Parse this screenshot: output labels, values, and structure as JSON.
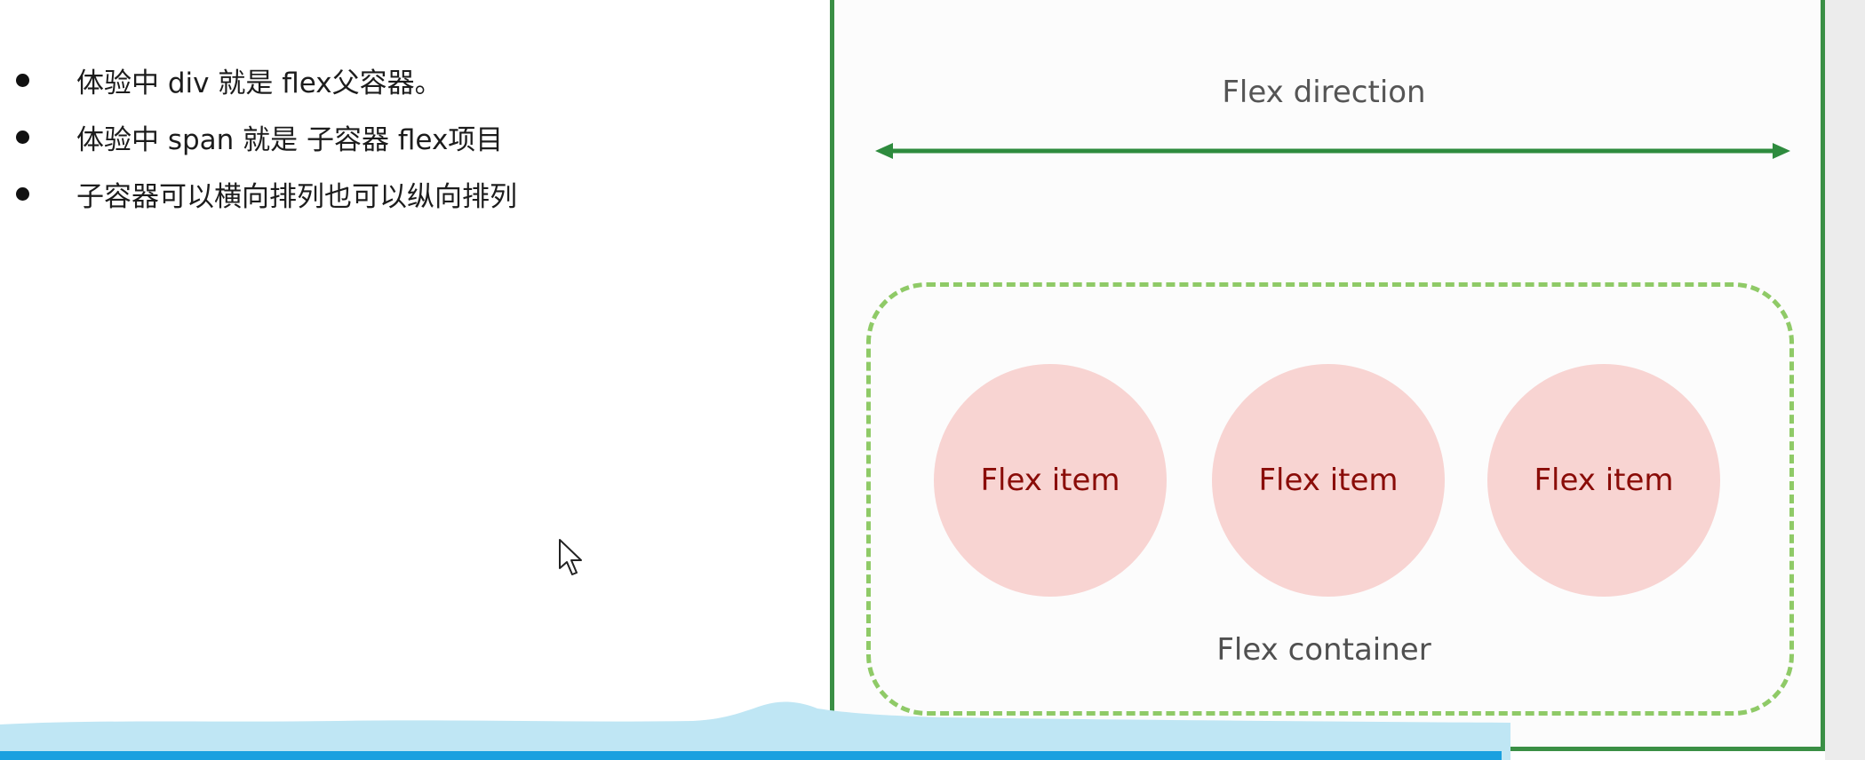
{
  "bullets": [
    {
      "text": "体验中 div 就是 flex父容器。"
    },
    {
      "text": "体验中 span 就是 子容器 flex项目"
    },
    {
      "text": "子容器可以横向排列也可以纵向排列"
    }
  ],
  "diagram": {
    "direction_label": "Flex direction",
    "items": [
      {
        "label": "Flex item"
      },
      {
        "label": "Flex item"
      },
      {
        "label": "Flex item"
      }
    ],
    "container_label": "Flex container"
  },
  "colors": {
    "frame": "#3a8f45",
    "arrow": "#2e8b3e",
    "container_dash": "#8fca67",
    "item_fill": "#f8d4d2",
    "item_text": "#8a0c08",
    "water": "#bfe6f4",
    "bottom_bar": "#1aa0df"
  },
  "icons": {
    "cursor": "mouse-pointer-icon",
    "arrow": "double-headed-arrow-icon"
  }
}
